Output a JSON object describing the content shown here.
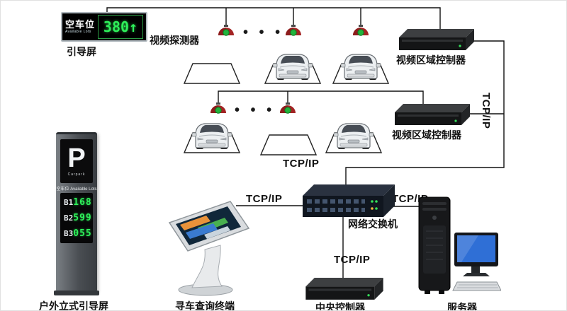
{
  "led_display": {
    "title": "空车位",
    "subtitle": "Available Lots",
    "count": "380",
    "arrow": "↑",
    "label": "引导屏"
  },
  "detector": {
    "label": "视频探测器",
    "dots": "• • •"
  },
  "controllers": {
    "area1": "视频区域控制器",
    "area2": "视频区域控制器"
  },
  "network": {
    "tcpip": "TCP/IP",
    "switch_label": "网络交换机"
  },
  "pillar": {
    "letter": "P",
    "brand": "Carpark",
    "title": "空车位",
    "subtitle": "Available Lots",
    "rows": [
      {
        "label": "B1",
        "value": "168"
      },
      {
        "label": "B2",
        "value": "599"
      },
      {
        "label": "B3",
        "value": "055"
      }
    ],
    "label": "户外立式引导屏"
  },
  "kiosk": {
    "label": "寻车查询终端"
  },
  "central": {
    "label": "中央控制器"
  },
  "server": {
    "label": "服务器"
  },
  "colors": {
    "led_green": "#2ef05a",
    "detector_red": "#a32424",
    "detector_green": "#21b43c",
    "monitor_blue": "#2f6fd6",
    "line": "#111111"
  }
}
